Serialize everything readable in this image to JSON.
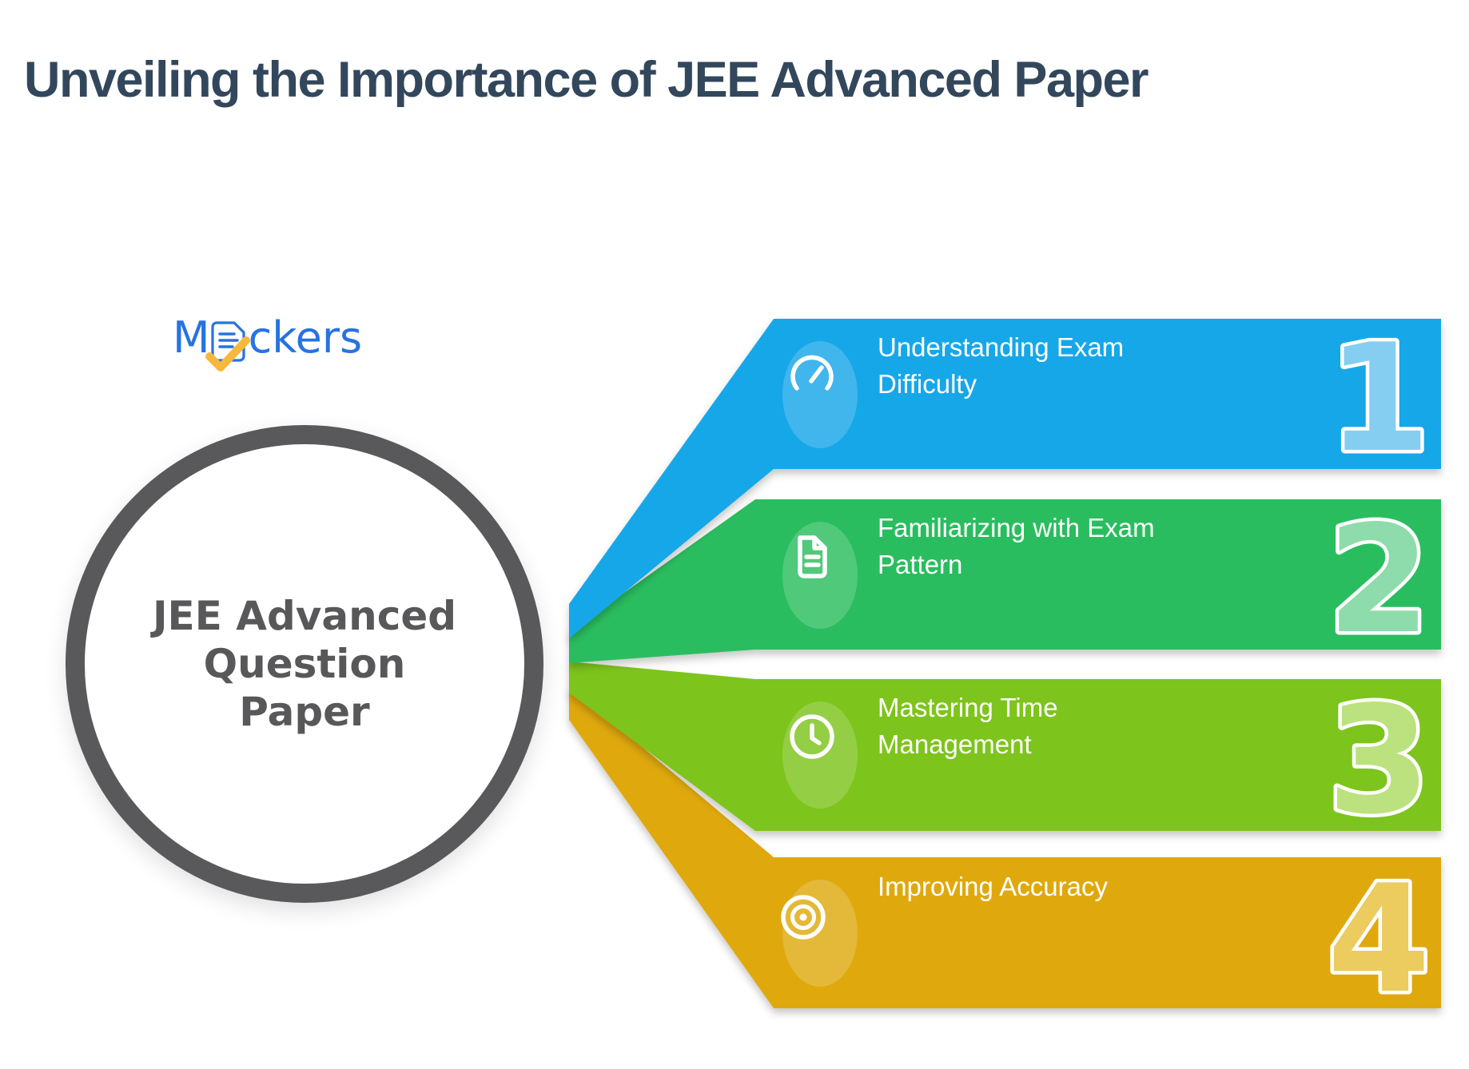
{
  "header": {
    "title": "Unveiling the Importance of JEE Advanced Paper"
  },
  "logo": {
    "text_before_icon": "M",
    "text_after_icon": "ckers",
    "icon": "document-check-icon",
    "brand_blue": "#2673E2",
    "check_yellow": "#F6B93C"
  },
  "center_circle": {
    "lines": [
      "JEE Advanced",
      "Question",
      "Paper"
    ],
    "ring_color": "#59595B",
    "text_color": "#58585A"
  },
  "steps": [
    {
      "number": "1",
      "title_line1": "Understanding Exam",
      "title_line2": "Difficulty",
      "icon": "gauge-icon",
      "color": "#17A7E9",
      "number_fill": "#85CEF2"
    },
    {
      "number": "2",
      "title_line1": "Familiarizing with Exam",
      "title_line2": "Pattern",
      "icon": "file-text-icon",
      "color": "#2ABD5E",
      "number_fill": "#8EDCAB"
    },
    {
      "number": "3",
      "title_line1": "Mastering Time",
      "title_line2": "Management",
      "icon": "clock-icon",
      "color": "#7DC41C",
      "number_fill": "#BCE27F"
    },
    {
      "number": "4",
      "title_line1": "Improving Accuracy",
      "title_line2": "",
      "icon": "target-icon",
      "color": "#DFA90F",
      "number_fill": "#ECCB5F"
    }
  ],
  "colors": {
    "background": "#FFFFFF",
    "title_text": "#33475C",
    "banner_text": "#FFFFFF",
    "icon_stroke": "#FFFFFF",
    "number_outline": "#FFFFFF"
  }
}
